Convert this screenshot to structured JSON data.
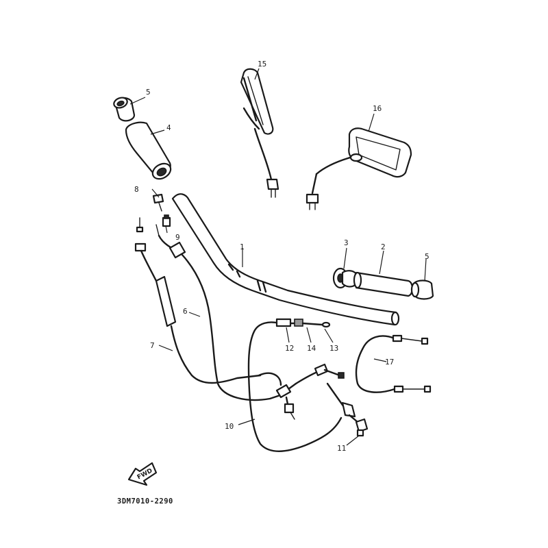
{
  "diagram": {
    "part_code": "3DM7010-2290",
    "direction_label": "FWD",
    "callouts": [
      "1",
      "2",
      "3",
      "4",
      "5",
      "5",
      "6",
      "7",
      "8",
      "9",
      "10",
      "11",
      "12",
      "13",
      "14",
      "15",
      "16",
      "17"
    ]
  }
}
